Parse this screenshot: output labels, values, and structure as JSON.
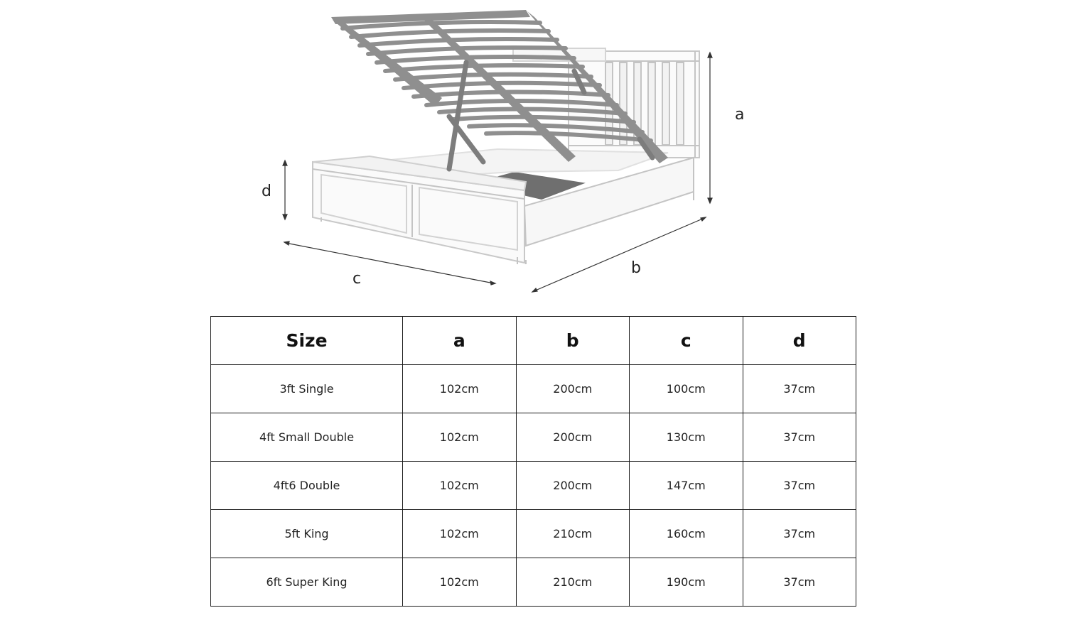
{
  "diagram": {
    "labels": {
      "a": "a",
      "b": "b",
      "c": "c",
      "d": "d"
    }
  },
  "table": {
    "headers": [
      "Size",
      "a",
      "b",
      "c",
      "d"
    ],
    "rows": [
      [
        "3ft Single",
        "102cm",
        "200cm",
        "100cm",
        "37cm"
      ],
      [
        "4ft Small Double",
        "102cm",
        "200cm",
        "130cm",
        "37cm"
      ],
      [
        "4ft6 Double",
        "102cm",
        "200cm",
        "147cm",
        "37cm"
      ],
      [
        "5ft King",
        "102cm",
        "210cm",
        "160cm",
        "37cm"
      ],
      [
        "6ft Super King",
        "102cm",
        "210cm",
        "190cm",
        "37cm"
      ]
    ]
  },
  "colors": {
    "frame_stroke": "#bdbdbd",
    "slat_fill": "#8f8f8f",
    "base_fill": "#6f6f6f",
    "table_border": "#1a1a1a"
  }
}
